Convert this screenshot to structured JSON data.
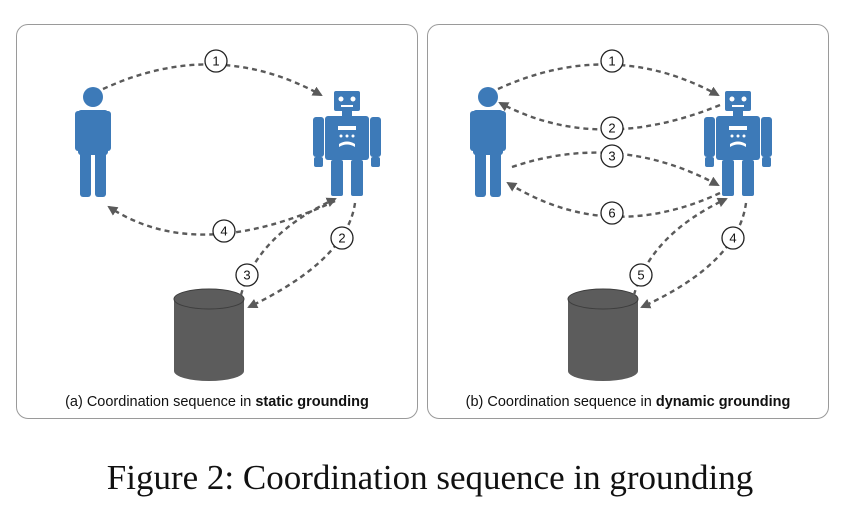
{
  "colors": {
    "figure": "#3d7ab8",
    "database": "#5c5c5c",
    "arrow": "#5a5a5a"
  },
  "panels": [
    {
      "id": "a",
      "caption_prefix": "(a) Coordination sequence in ",
      "caption_bold": "static grounding",
      "steps": [
        "1",
        "2",
        "3",
        "4"
      ]
    },
    {
      "id": "b",
      "caption_prefix": "(b) Coordination sequence in ",
      "caption_bold": "dynamic grounding",
      "steps": [
        "1",
        "2",
        "3",
        "4",
        "5",
        "6"
      ]
    }
  ],
  "figure_caption": "Figure 2: Coordination sequence in grounding"
}
